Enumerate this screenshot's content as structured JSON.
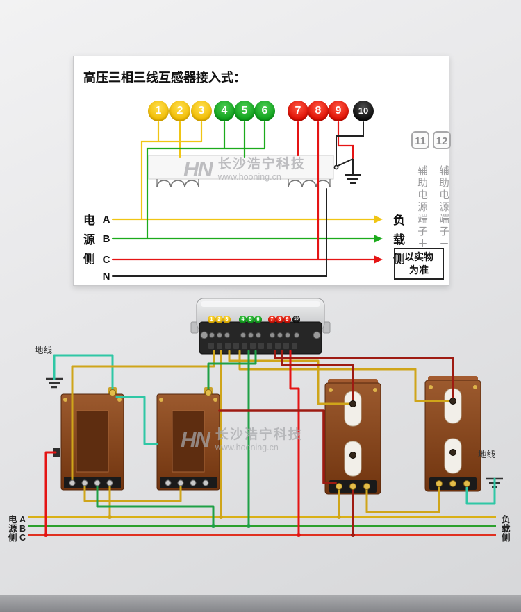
{
  "panel": {
    "title": "高压三相三线互感器接入式：",
    "terminals": [
      {
        "n": "1",
        "color": "#f0ba00"
      },
      {
        "n": "2",
        "color": "#f0ba00"
      },
      {
        "n": "3",
        "color": "#f0ba00"
      },
      {
        "n": "4",
        "color": "#0c9f19"
      },
      {
        "n": "5",
        "color": "#0c9f19"
      },
      {
        "n": "6",
        "color": "#0c9f19"
      },
      {
        "n": "7",
        "color": "#dd0c00"
      },
      {
        "n": "8",
        "color": "#dd0c00"
      },
      {
        "n": "9",
        "color": "#dd0c00"
      },
      {
        "n": "10",
        "color": "#0a0a0a"
      }
    ],
    "aux": {
      "t11": "11",
      "t12": "12",
      "label11": "辅助电源端子＋",
      "label12": "辅助电源端子－"
    },
    "source_side": "电源侧",
    "load_side": "负载侧",
    "phases": {
      "a": "A",
      "b": "B",
      "c": "C",
      "n": "N"
    },
    "note": "以实物\n为准"
  },
  "watermark": {
    "logo": "HN",
    "name": "长沙浩宁科技",
    "url": "www.hooning.cn"
  },
  "meter": {
    "dots": [
      "1",
      "2",
      "3",
      "4",
      "5",
      "6",
      "7",
      "8",
      "9",
      "10"
    ]
  },
  "bottom": {
    "ground_left": "地线",
    "ground_right": "地线",
    "left_rows": [
      "电 A",
      "源 B",
      "侧 C"
    ],
    "right_rows": [
      "负",
      "载",
      "侧"
    ]
  },
  "colors": {
    "wire_yellow": "#d9ad16",
    "wire_green": "#1fa046",
    "wire_red": "#e41414",
    "wire_dark_red": "#9e1b12",
    "wire_teal": "#2fc7a5",
    "transformer_brown": "#8a4a26"
  }
}
